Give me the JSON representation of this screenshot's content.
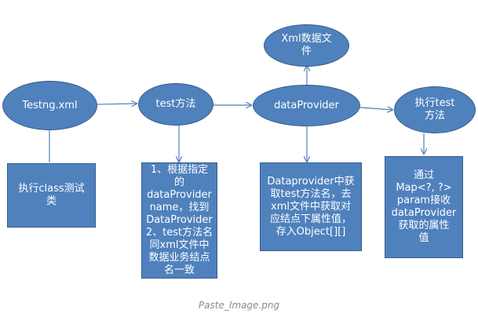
{
  "nodes": {
    "testng": "Testng.xml",
    "test_method": "test方法",
    "data_provider": "dataProvider",
    "xml_file": "Xml数据文\n件",
    "run_test": "执行test\n方法"
  },
  "boxes": {
    "run_class": "执行class测试\n类",
    "match_name": "1、根据指定\n的dataProvider\nname，找到\nDataProvider\n2、test方法名\n同xml文件中\n数据业务结点\n名一致",
    "get_attrs": "Dataprovider中获\n取test方法名，去\nxml文件中获取对\n应结点下属性值，\n存入Object[][]",
    "receive_map": "通过\nMap<?, ?>\nparam接收\ndataProvider\n获取的属性\n值"
  },
  "caption": "Paste_Image.png",
  "colors": {
    "fill": "#4f81bd",
    "border": "#385d8a",
    "arrow": "#4f81bd"
  }
}
